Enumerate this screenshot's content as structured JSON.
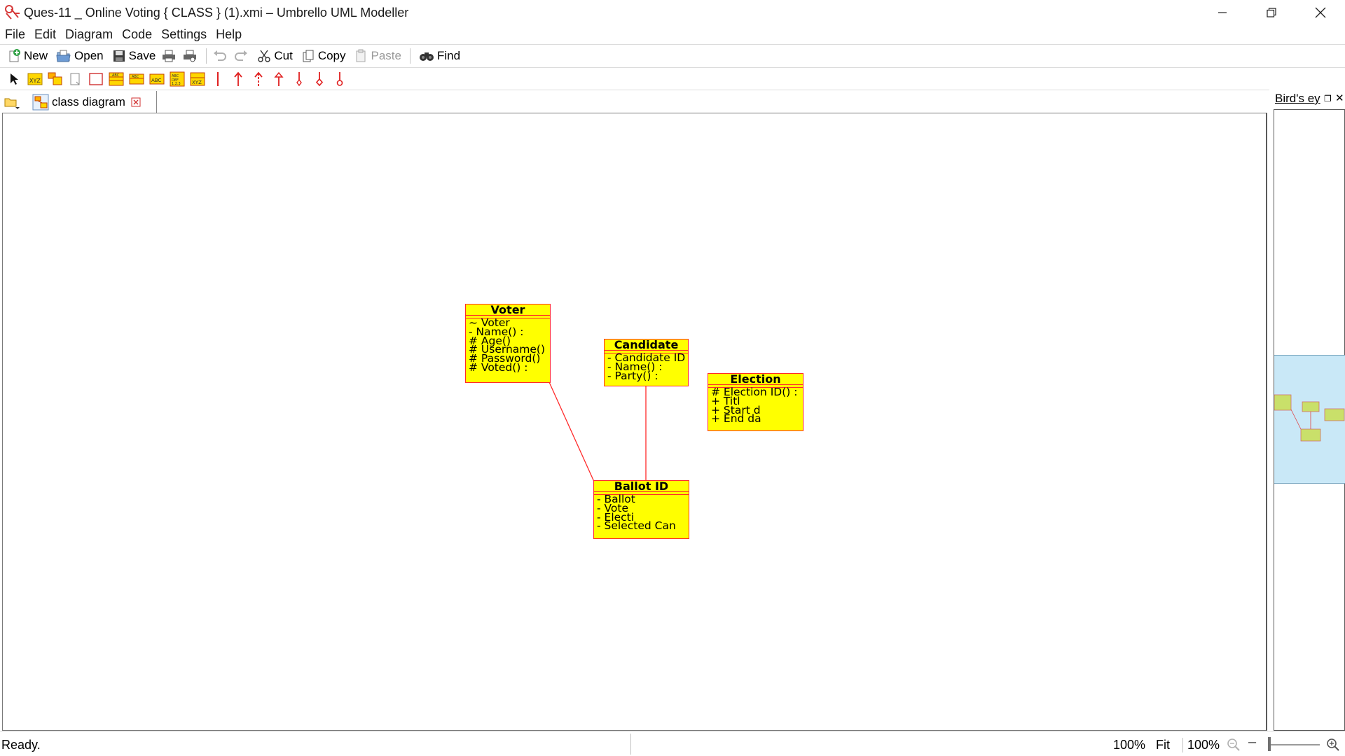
{
  "window": {
    "title": "Ques-11 _ Online Voting { CLASS } (1).xmi – Umbrello UML Modeller"
  },
  "menu": [
    "File",
    "Edit",
    "Diagram",
    "Code",
    "Settings",
    "Help"
  ],
  "toolbar": {
    "new_label": "New",
    "open_label": "Open",
    "save_label": "Save",
    "cut_label": "Cut",
    "copy_label": "Copy",
    "paste_label": "Paste",
    "find_label": "Find"
  },
  "tabs": [
    {
      "label": "class diagram"
    }
  ],
  "diagram": {
    "classes": [
      {
        "name": "Voter",
        "attributes": [
          "~ Voter",
          "- Name() :",
          "# Age()",
          "# Username()",
          "# Password()",
          "# Voted() :"
        ]
      },
      {
        "name": "Candidate",
        "attributes": [
          "- Candidate ID",
          "- Name() :",
          "- Party() :"
        ]
      },
      {
        "name": "Election",
        "attributes": [
          "# Election ID() :",
          "+ Titl",
          "+ Start d",
          "+ End da"
        ]
      },
      {
        "name": "Ballot ID",
        "attributes": [
          "- Ballot",
          "- Vote",
          "- Electi",
          "- Selected Can"
        ]
      }
    ],
    "associations": [
      {
        "from": "Voter",
        "to": "Ballot ID"
      },
      {
        "from": "Candidate",
        "to": "Ballot ID"
      }
    ],
    "colors": {
      "class_fill": "#ffff00",
      "class_border": "#ff2a2a",
      "association": "#ff2a2a"
    }
  },
  "birdseye": {
    "title": "Bird's ey"
  },
  "status": {
    "text": "Ready.",
    "zoom_current": "100%",
    "fit_label": "Fit",
    "zoom_100": "100%"
  }
}
